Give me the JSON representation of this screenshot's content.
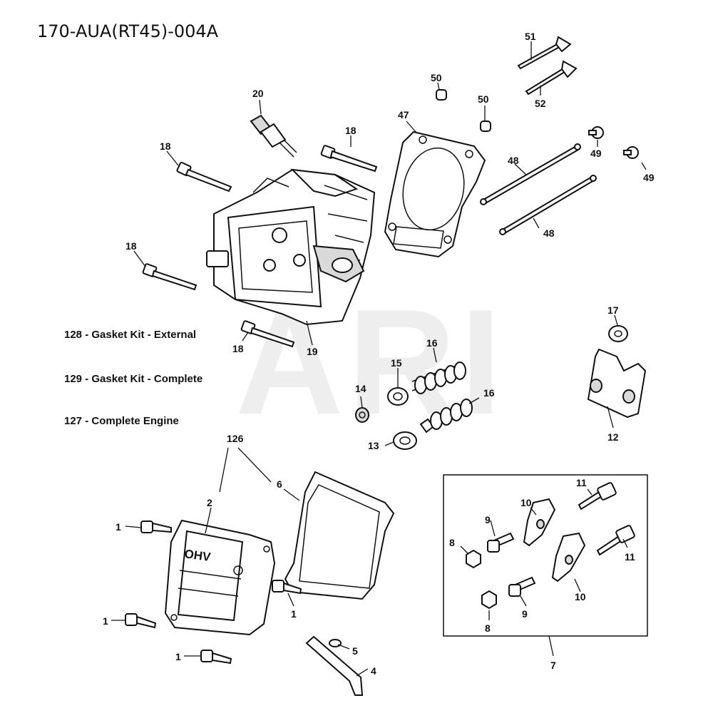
{
  "diagram": {
    "title": "170-AUA(RT45)-004A",
    "watermark": "ARI",
    "notes": [
      "128 - Gasket Kit - External",
      "129 - Gasket Kit - Complete",
      "127 - Complete Engine"
    ],
    "callouts": {
      "c51": "51",
      "c52": "52",
      "c50a": "50",
      "c50b": "50",
      "c47": "47",
      "c20": "20",
      "c18a": "18",
      "c18b": "18",
      "c18c": "18",
      "c18d": "18",
      "c19": "19",
      "c48a": "48",
      "c48b": "48",
      "c49a": "49",
      "c49b": "49",
      "c17": "17",
      "c12": "12",
      "c16a": "16",
      "c16b": "16",
      "c15": "15",
      "c14": "14",
      "c13": "13",
      "c126": "126",
      "c2": "2",
      "c6": "6",
      "c1a": "1",
      "c1b": "1",
      "c1c": "1",
      "c1d": "1",
      "c5": "5",
      "c4": "4",
      "c7": "7",
      "c8a": "8",
      "c8b": "8",
      "c9a": "9",
      "c9b": "9",
      "c10a": "10",
      "c10b": "10",
      "c11a": "11",
      "c11b": "11"
    },
    "cover_marking": "OHV"
  }
}
